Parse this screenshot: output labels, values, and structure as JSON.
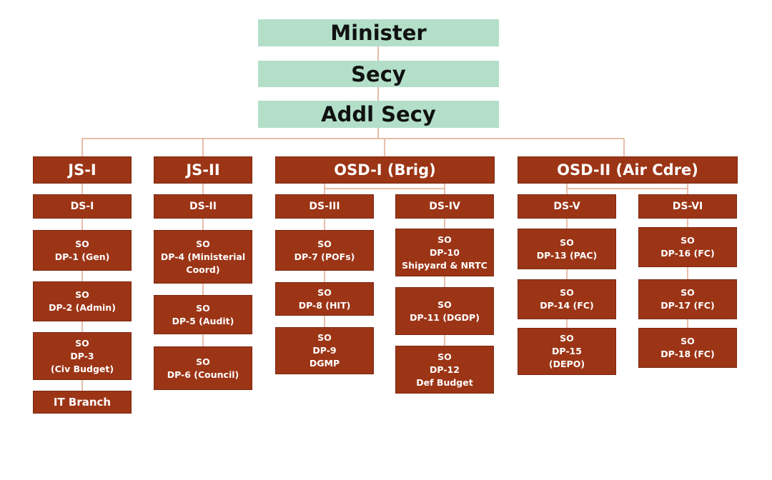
{
  "colors": {
    "top_fill": "#b3dfc9",
    "box_fill": "#9c3516",
    "connector": "#e0a98f",
    "text_light": "#ffffff",
    "text_dark": "#111111"
  },
  "top": [
    "Minister",
    "Secy",
    "Addl Secy"
  ],
  "branches": [
    {
      "head": "JS-I",
      "columns": [
        {
          "head": "DS-I",
          "units": [
            "SO\nDP-1 (Gen)",
            "SO\nDP-2 (Admin)",
            "SO\nDP-3\n(Civ Budget)",
            "IT Branch"
          ]
        }
      ]
    },
    {
      "head": "JS-II",
      "columns": [
        {
          "head": "DS-II",
          "units": [
            "SO\nDP-4 (Ministerial\nCoord)",
            "SO\nDP-5 (Audit)",
            "SO\nDP-6 (Council)"
          ]
        }
      ]
    },
    {
      "head": "OSD-I (Brig)",
      "columns": [
        {
          "head": "DS-III",
          "units": [
            "SO\nDP-7 (POFs)",
            "SO\nDP-8 (HIT)",
            "SO\nDP-9\nDGMP"
          ]
        },
        {
          "head": "DS-IV",
          "units": [
            "SO\nDP-10\nShipyard & NRTC",
            "SO\nDP-11 (DGDP)",
            "SO\nDP-12\nDef Budget"
          ]
        }
      ]
    },
    {
      "head": "OSD-II (Air Cdre)",
      "columns": [
        {
          "head": "DS-V",
          "units": [
            "SO\nDP-13 (PAC)",
            "SO\nDP-14 (FC)",
            "SO\nDP-15\n(DEPO)"
          ]
        },
        {
          "head": "DS-VI",
          "units": [
            "SO\nDP-16 (FC)",
            "SO\nDP-17 (FC)",
            "SO\nDP-18 (FC)"
          ]
        }
      ]
    }
  ]
}
